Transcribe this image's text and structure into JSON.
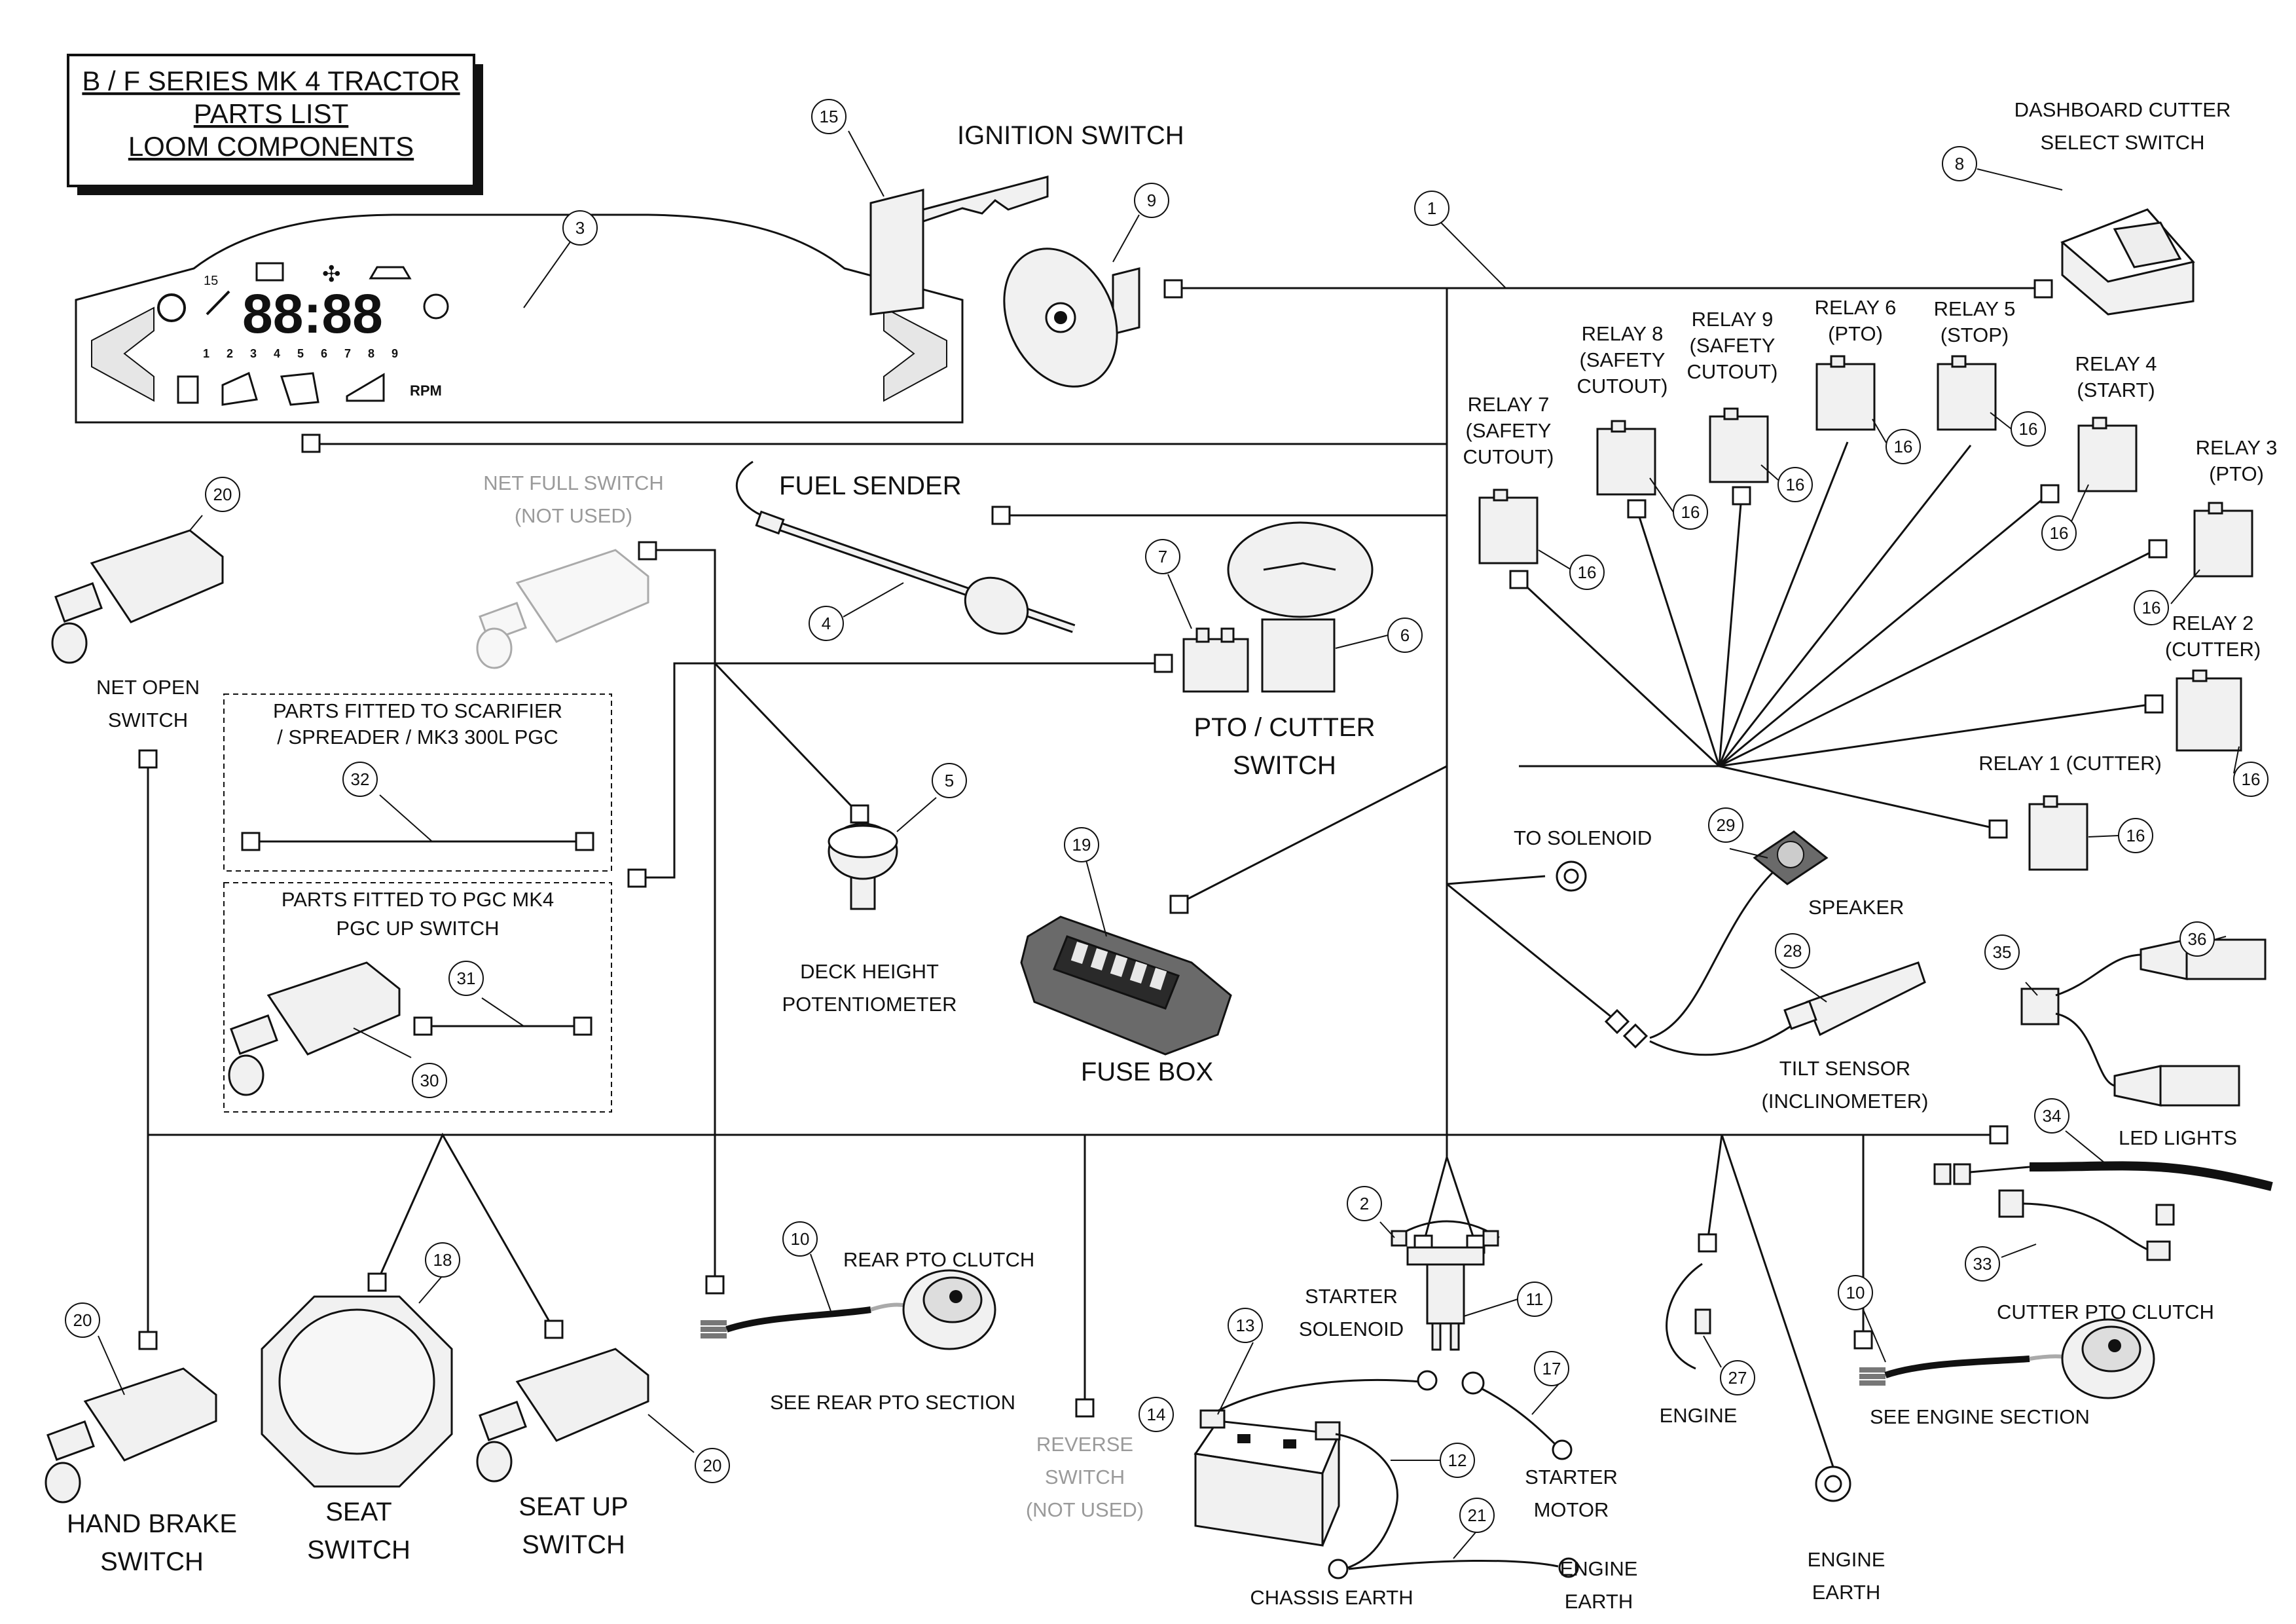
{
  "title": {
    "line1": "B / F SERIES MK 4 TRACTOR",
    "line2": "PARTS LIST",
    "line3": "LOOM COMPONENTS"
  },
  "dashboard": {
    "display": "88:88",
    "scale": [
      "1",
      "2",
      "3",
      "4",
      "5",
      "6",
      "7",
      "8",
      "9"
    ],
    "rpm": "RPM",
    "tick": "15"
  },
  "labels": {
    "ignition_switch": "IGNITION SWITCH",
    "dashboard_cutter_1": "DASHBOARD CUTTER",
    "dashboard_cutter_2": "SELECT SWITCH",
    "net_full_1": "NET FULL SWITCH",
    "net_full_2": "(NOT USED)",
    "fuel_sender": "FUEL SENDER",
    "net_open_1": "NET OPEN",
    "net_open_2": "SWITCH",
    "pto_cutter_1": "PTO / CUTTER",
    "pto_cutter_2": "SWITCH",
    "scarifier_1": "PARTS FITTED TO SCARIFIER",
    "scarifier_2": "/ SPREADER / MK3 300L PGC",
    "pgc_1": "PARTS FITTED TO PGC MK4",
    "pgc_2": "PGC UP SWITCH",
    "deck_1": "DECK HEIGHT",
    "deck_2": "POTENTIOMETER",
    "fuse_box": "FUSE BOX",
    "to_solenoid": "TO SOLENOID",
    "speaker": "SPEAKER",
    "tilt_1": "TILT SENSOR",
    "tilt_2": "(INCLINOMETER)",
    "led_lights": "LED LIGHTS",
    "rear_pto": "REAR PTO CLUTCH",
    "see_rear_pto": "SEE REAR PTO SECTION",
    "reverse_1": "REVERSE",
    "reverse_2": "SWITCH",
    "reverse_3": "(NOT USED)",
    "starter_sol_1": "STARTER",
    "starter_sol_2": "SOLENOID",
    "starter_motor_1": "STARTER",
    "starter_motor_2": "MOTOR",
    "engine": "ENGINE",
    "engine_earth_r_1": "ENGINE",
    "engine_earth_r_2": "EARTH",
    "cutter_pto": "CUTTER PTO CLUTCH",
    "see_engine": "SEE ENGINE SECTION",
    "hand_brake_1": "HAND BRAKE",
    "hand_brake_2": "SWITCH",
    "seat_1": "SEAT",
    "seat_2": "SWITCH",
    "seat_up_1": "SEAT UP",
    "seat_up_2": "SWITCH",
    "chassis_earth": "CHASSIS EARTH",
    "engine_earth_1": "ENGINE",
    "engine_earth_2": "EARTH"
  },
  "relays": {
    "r7": [
      "RELAY 7",
      "(SAFETY",
      "CUTOUT)"
    ],
    "r8": [
      "RELAY 8",
      "(SAFETY",
      "CUTOUT)"
    ],
    "r9": [
      "RELAY 9",
      "(SAFETY",
      "CUTOUT)"
    ],
    "r6": [
      "RELAY 6",
      "(PTO)"
    ],
    "r5": [
      "RELAY 5",
      "(STOP)"
    ],
    "r4": [
      "RELAY 4",
      "(START)"
    ],
    "r3": [
      "RELAY 3",
      "(PTO)"
    ],
    "r2": [
      "RELAY 2",
      "(CUTTER)"
    ],
    "r1": [
      "RELAY 1 (CUTTER)"
    ]
  },
  "callouts": {
    "c1": "1",
    "c2": "2",
    "c3": "3",
    "c4": "4",
    "c5": "5",
    "c6": "6",
    "c7": "7",
    "c8": "8",
    "c9": "9",
    "c10a": "10",
    "c10b": "10",
    "c11": "11",
    "c12": "12",
    "c13": "13",
    "c14": "14",
    "c15": "15",
    "c16_r7": "16",
    "c16_r8": "16",
    "c16_r9": "16",
    "c16_r6": "16",
    "c16_r5": "16",
    "c16_r4": "16",
    "c16_r3": "16",
    "c16_r2": "16",
    "c16_r1": "16",
    "c17": "17",
    "c18": "18",
    "c19": "19",
    "c20a": "20",
    "c20b": "20",
    "c20c": "20",
    "c21": "21",
    "c27": "27",
    "c28": "28",
    "c29": "29",
    "c30": "30",
    "c31": "31",
    "c32": "32",
    "c33": "33",
    "c34": "34",
    "c35": "35",
    "c36": "36"
  },
  "colors": {
    "line": "#111111",
    "grey_label": "#9a9a9a",
    "background": "#ffffff"
  }
}
